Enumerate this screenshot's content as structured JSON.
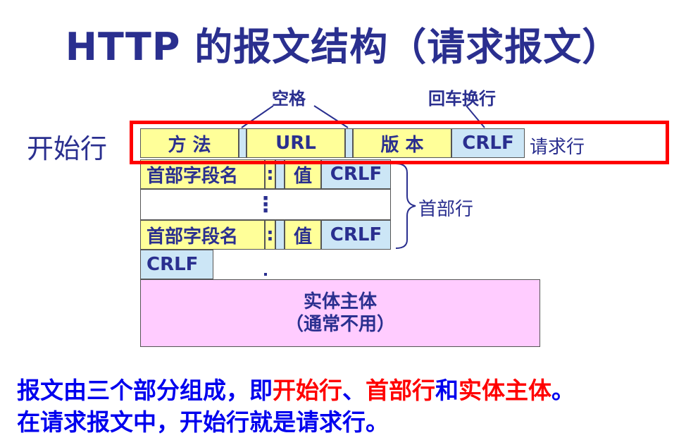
{
  "title": "HTTP 的报文结构（请求报文）",
  "labels": {
    "space": "空格",
    "crlf_return": "回车换行",
    "start_line": "开始行",
    "request_line": "请求行",
    "header_lines": "首部行"
  },
  "request_line_cells": {
    "method": "方  法",
    "url": "URL",
    "version": "版  本",
    "crlf": "CRLF"
  },
  "header_rows": [
    {
      "name": "首部字段名",
      "colon": ":",
      "value": "值",
      "crlf": "CRLF"
    },
    {
      "ellipsis": "⋮"
    },
    {
      "name": "首部字段名",
      "colon": ":",
      "value": "值",
      "crlf": "CRLF"
    }
  ],
  "blank_line_crlf": "CRLF",
  "entity": {
    "line1": "实体主体",
    "line2": "（通常不用）"
  },
  "description": {
    "line1_part1": "报文由三个部分组成，即",
    "line1_red1": "开始行",
    "line1_sep1": "、",
    "line1_red2": "首部行",
    "line1_sep2": "和",
    "line1_red3": "实体主体",
    "line1_end": "。",
    "line2": "在请求报文中，开始行就是请求行。"
  },
  "colors": {
    "title": "#2a2f8f",
    "highlight": "#ff0000",
    "yellow": "#ffff99",
    "blue": "#cce6f6",
    "pink": "#ffccff",
    "bottom_text": "#0000ee",
    "emphasis": "#ff0000"
  }
}
